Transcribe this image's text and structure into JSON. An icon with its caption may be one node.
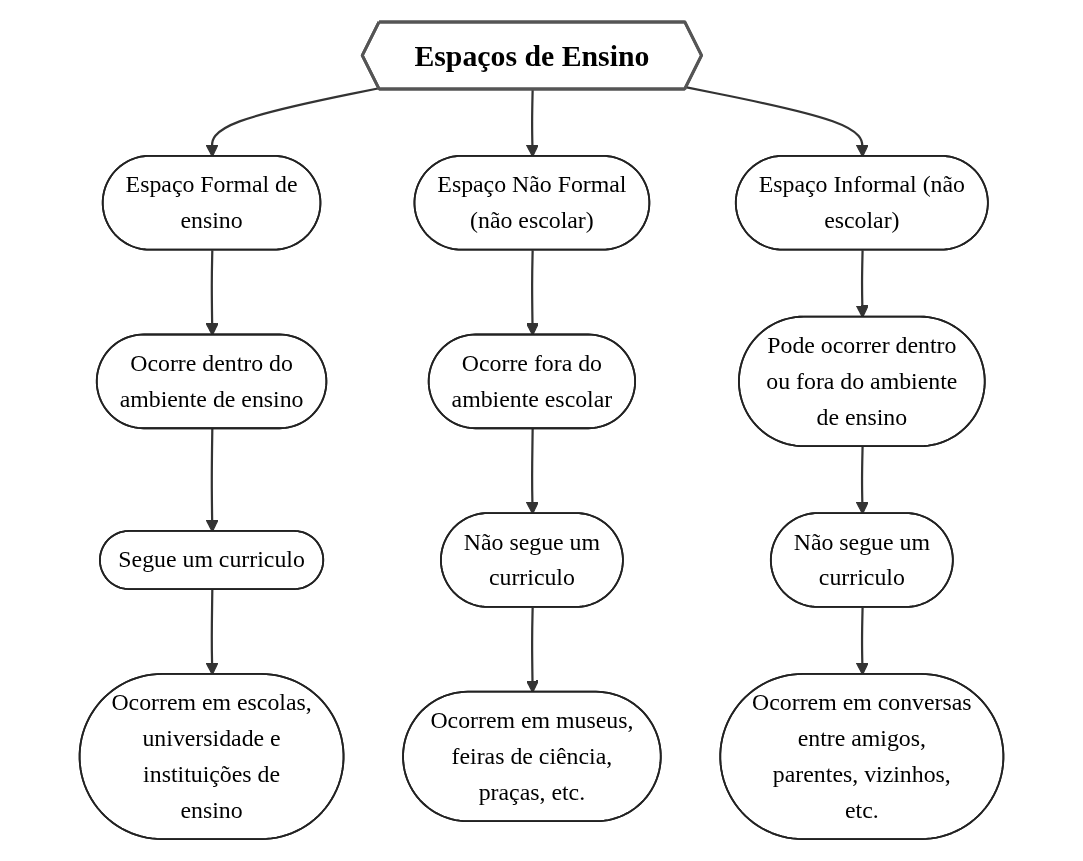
{
  "diagram": {
    "nodes": [
      {
        "text": [
          "Espaços de Ensino"
        ]
      },
      {
        "text": [
          "Espaço Formal de ensino"
        ]
      },
      {
        "text": [
          "Ocorre dentro do ambiente de ensino"
        ]
      },
      {
        "text": [
          "Segue um curriculo"
        ]
      },
      {
        "text": [
          "Ocorrem em escolas, universidade e instituições de ensino"
        ]
      },
      {
        "text": [
          "Espaço Não Formal (não escolar)"
        ]
      },
      {
        "text": [
          "Ocorre fora do ambiente escolar"
        ]
      },
      {
        "text": [
          "Não segue um curriculo"
        ]
      },
      {
        "text": [
          "Ocorrem em museus, feiras de ciência, praças, etc."
        ]
      },
      {
        "text": [
          "Espaço Informal (não escolar)"
        ]
      },
      {
        "text": [
          "Pode ocorrer dentro ou fora do ambiente de ensino"
        ]
      },
      {
        "text": [
          "Não segue um curriculo"
        ]
      },
      {
        "text": [
          "Ocorrem em conversas entre amigos, parentes, vizinhos, etc."
        ]
      }
    ],
    "edges": [
      {
        "from": 0,
        "to": 1,
        "arrow": "to"
      },
      {
        "from": 0,
        "to": 5,
        "arrow": "to"
      },
      {
        "from": 0,
        "to": 9,
        "arrow": "to"
      },
      {
        "from": 1,
        "to": 2,
        "arrow": "to"
      },
      {
        "from": 2,
        "to": 3,
        "arrow": "to"
      },
      {
        "from": 3,
        "to": 4,
        "arrow": "to"
      },
      {
        "from": 5,
        "to": 6,
        "arrow": "to"
      },
      {
        "from": 6,
        "to": 7,
        "arrow": "to"
      },
      {
        "from": 7,
        "to": 8,
        "arrow": "to"
      },
      {
        "from": 9,
        "to": 10,
        "arrow": "to"
      },
      {
        "from": 10,
        "to": 11,
        "arrow": "to"
      },
      {
        "from": 11,
        "to": 12,
        "arrow": "to"
      }
    ]
  }
}
